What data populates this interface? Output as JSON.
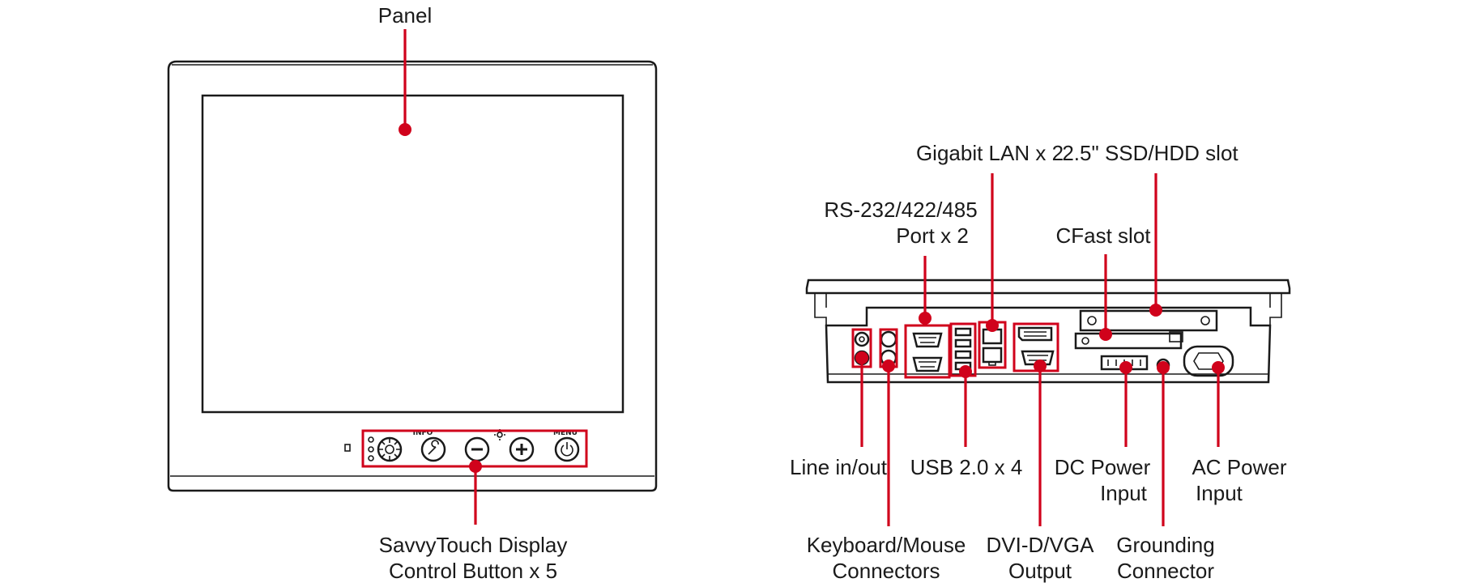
{
  "front_view": {
    "panel_label": "Panel",
    "control_label_line1": "SavvyTouch Display",
    "control_label_line2": "Control Button x 5",
    "button_caption_info": "INFO",
    "button_caption_menu": "MENU"
  },
  "rear_view": {
    "lan_label": "Gigabit LAN x 2",
    "ssd_label": "2.5\" SSD/HDD slot",
    "serial_label_line1": "RS-232/422/485",
    "serial_label_line2": "Port x 2",
    "cfast_label": "CFast slot",
    "line_label": "Line in/out",
    "usb_label": "USB 2.0 x 4",
    "dc_label_line1": "DC Power",
    "dc_label_line2": "Input",
    "ac_label_line1": "AC Power",
    "ac_label_line2": "Input",
    "kbd_label_line1": "Keyboard/Mouse",
    "kbd_label_line2": "Connectors",
    "dvi_label_line1": "DVI-D/VGA",
    "dvi_label_line2": "Output",
    "gnd_label_line1": "Grounding",
    "gnd_label_line2": "Connector"
  },
  "colors": {
    "callout": "#d0021b",
    "outline": "#1a1a1a"
  }
}
